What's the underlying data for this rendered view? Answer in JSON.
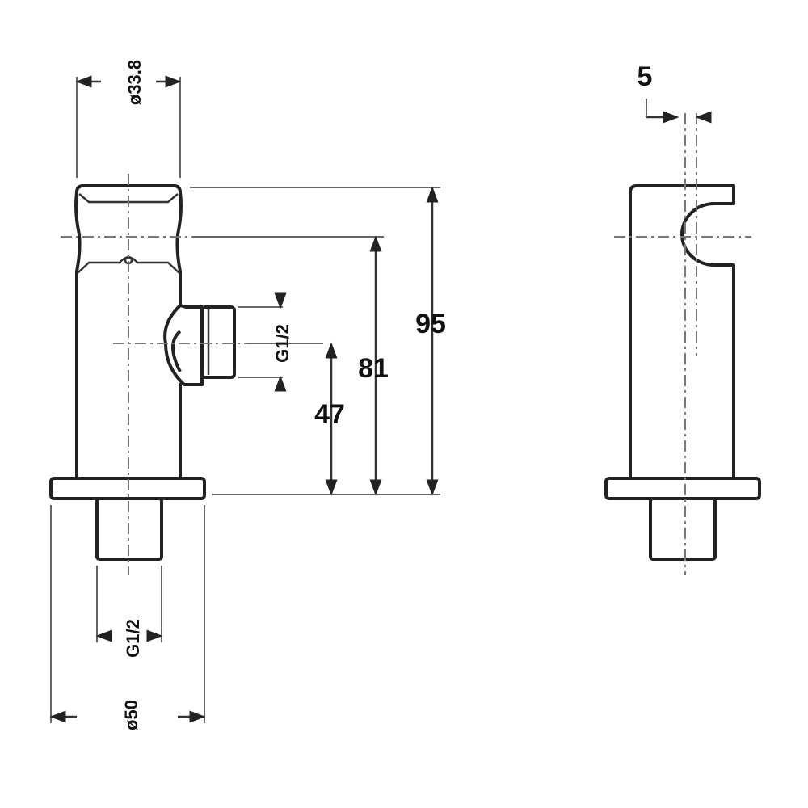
{
  "front_view": {
    "top_diameter": "ø33.8",
    "inlet_thread": "G1/2",
    "height_total": "95",
    "height_holder": "81",
    "height_inlet": "47",
    "bottom_thread": "G1/2",
    "base_diameter": "ø50"
  },
  "side_view": {
    "offset": "5"
  }
}
